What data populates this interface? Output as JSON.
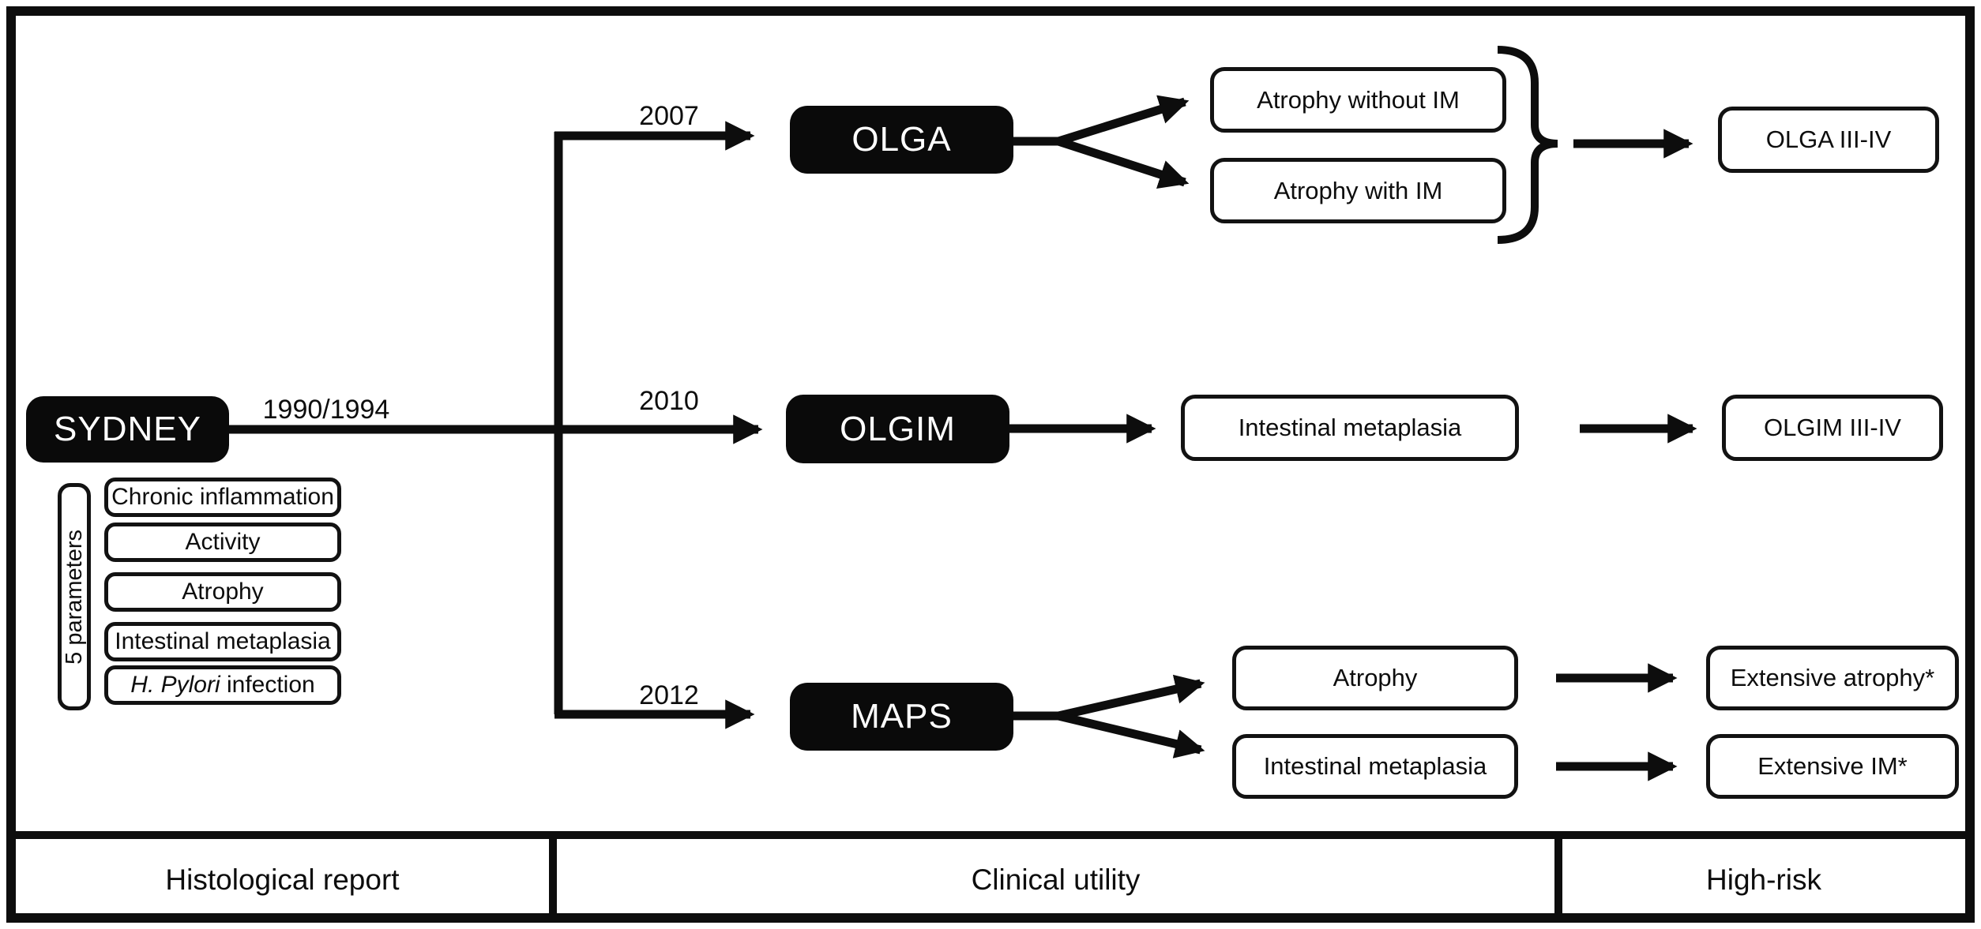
{
  "diagram": {
    "sydney": {
      "label": "SYDNEY",
      "transition_year": "1990/1994",
      "parameters_title": "5 parameters",
      "parameters": [
        {
          "em": "",
          "label": "Chronic inflammation"
        },
        {
          "em": "",
          "label": "Activity"
        },
        {
          "em": "",
          "label": "Atrophy"
        },
        {
          "em": "",
          "label": "Intestinal metaplasia"
        },
        {
          "em": "H. Pylori",
          "label": " infection"
        }
      ]
    },
    "rows": [
      {
        "year": "2007",
        "system": "OLGA",
        "findings": [
          "Atrophy without IM",
          "Atrophy with IM"
        ],
        "high_risk": "OLGA III-IV"
      },
      {
        "year": "2010",
        "system": "OLGIM",
        "findings": [
          "Intestinal metaplasia"
        ],
        "high_risk": "OLGIM III-IV"
      },
      {
        "year": "2012",
        "system": "MAPS",
        "findings": [
          "Atrophy",
          "Intestinal metaplasia"
        ],
        "high_risk": [
          "Extensive atrophy*",
          "Extensive IM*"
        ]
      }
    ],
    "footer": {
      "sections": [
        "Histological report",
        "Clinical utility",
        "High-risk"
      ]
    },
    "colors": {
      "ink": "#0d0d0d",
      "background": "#ffffff"
    }
  }
}
